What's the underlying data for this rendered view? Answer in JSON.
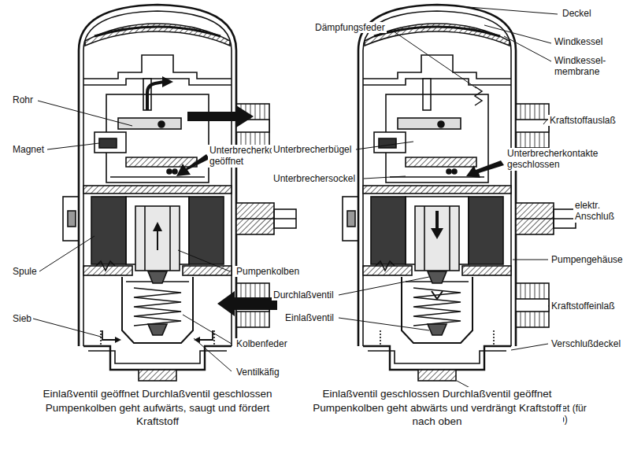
{
  "diagram": {
    "labels": [
      "Rohr",
      "Magnet",
      "Unterbrecherkontakte geöffnet",
      "Spule",
      "Pumpenkolben",
      "Sieb",
      "Kolbenfeder",
      "Ventilkäfig",
      "Einlaßventil geöffnet Durchlaßventil geschlossen Pumpenkolben geht aufwärts, saugt und fördert Kraftstoff",
      "Dämpfungsfeder",
      "Deckel",
      "Windkessel",
      "Windkessel- membrane",
      "Kraftstoffauslaß",
      "Unterbrecherbügel",
      "Unterbrecherkontakte geschlossen",
      "Unterbrechersockel",
      "elektr. Anschluß",
      "Pumpengehäuse",
      "Durchlaßventil",
      "Kraftstoffeinlaß",
      "Einlaßventil",
      "Verschlußdeckel",
      "Fangmagnet (für Stahlabrieb)",
      "Einlaßventil geschlossen Durchlaßventil geöffnet Pumpenkolben geht abwärts und verdrängt Kraftstoff nach oben"
    ]
  }
}
